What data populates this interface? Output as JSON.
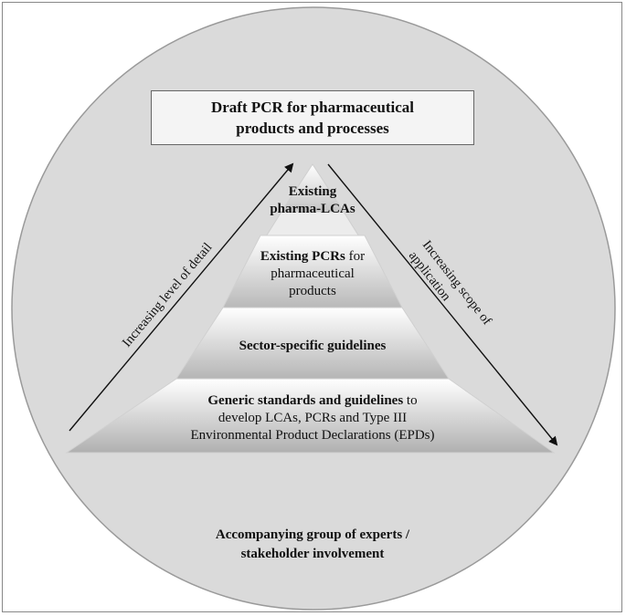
{
  "title": {
    "line1": "Draft PCR for pharmaceutical",
    "line2": "products  and processes"
  },
  "layers": {
    "top": {
      "line1": "Existing",
      "line2": "pharma-LCAs"
    },
    "second": {
      "bold": "Existing PCRs",
      "rest": " for",
      "line2": "pharmaceutical",
      "line3": "products"
    },
    "third": {
      "bold": "Sector-specific guidelines"
    },
    "base": {
      "bold": "Generic standards and guidelines",
      "rest": " to",
      "line2": "develop LCAs, PCRs and Type III",
      "line3": "Environmental  Product Declarations (EPDs)"
    }
  },
  "arrows": {
    "left": "Increasing  level of detail",
    "right": "Increasing scope of application"
  },
  "footer": {
    "line1": "Accompanying group of experts /",
    "line2": "stakeholder involvement"
  },
  "colors": {
    "circle_fill": "#dadada",
    "layer_dark": "#bdbdbd",
    "layer_light": "#ffffff"
  }
}
